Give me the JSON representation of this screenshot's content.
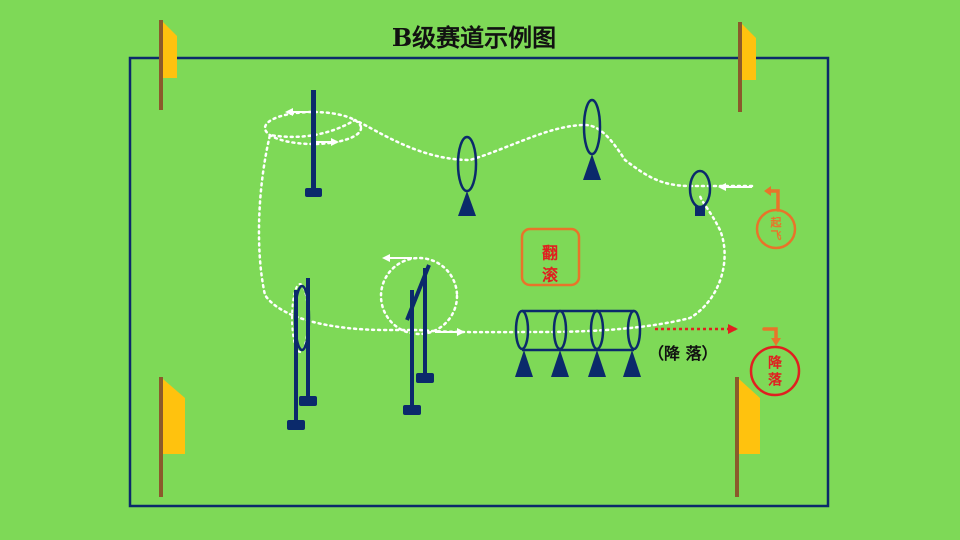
{
  "title": "B级赛道示例图",
  "labels": {
    "takeoff": "起飞",
    "roll": "翻滚",
    "landing_note": "（降  落）",
    "landing": "降落"
  },
  "colors": {
    "background": "#7ed957",
    "course": "#0b2a6b",
    "flag": "#ffc20e",
    "pole": "#8b5a2b",
    "path": "#ffffff",
    "takeoff": "#e8742a",
    "roll": "#e8742a",
    "roll_text": "#e02020",
    "landing": "#e02020"
  }
}
